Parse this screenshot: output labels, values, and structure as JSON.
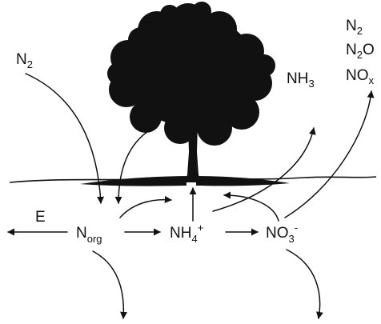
{
  "diagram": {
    "title": "",
    "nodes": [
      {
        "id": "n2_left",
        "base": "N",
        "sub": "2",
        "sup": ""
      },
      {
        "id": "n2_right",
        "base": "N",
        "sub": "2",
        "sup": ""
      },
      {
        "id": "n2o",
        "base": "N",
        "sub": "2",
        "sup": "",
        "tail": "O"
      },
      {
        "id": "nox",
        "base": "NO",
        "sub": "x",
        "sup": ""
      },
      {
        "id": "nh3",
        "base": "NH",
        "sub": "3",
        "sup": ""
      },
      {
        "id": "e",
        "base": "E",
        "sub": "",
        "sup": ""
      },
      {
        "id": "norg",
        "base": "N",
        "sub": "org",
        "sup": ""
      },
      {
        "id": "nh4",
        "base": "NH",
        "sub": "4",
        "sup": "+"
      },
      {
        "id": "no3",
        "base": "NO",
        "sub": "3",
        "sup": "-"
      }
    ],
    "edges": [
      {
        "from": "N2",
        "to": "Norg",
        "kind": "fixation"
      },
      {
        "from": "tree",
        "to": "Norg",
        "kind": "litter"
      },
      {
        "from": "Norg",
        "to": "E",
        "kind": "export"
      },
      {
        "from": "Norg",
        "to": "NH4+",
        "kind": "mineralization"
      },
      {
        "from": "NH4+",
        "to": "NO3-",
        "kind": "nitrification"
      },
      {
        "from": "Norg",
        "to": "tree",
        "kind": "uptake"
      },
      {
        "from": "NH4+",
        "to": "tree",
        "kind": "uptake"
      },
      {
        "from": "NO3-",
        "to": "tree",
        "kind": "uptake"
      },
      {
        "from": "NH4+",
        "to": "NH3",
        "kind": "volatilization"
      },
      {
        "from": "NO3-",
        "to": "N2 / N2O / NOx",
        "kind": "denitrification"
      },
      {
        "from": "Norg",
        "to": "below",
        "kind": "leaching"
      },
      {
        "from": "NO3-",
        "to": "below",
        "kind": "leaching"
      }
    ]
  }
}
